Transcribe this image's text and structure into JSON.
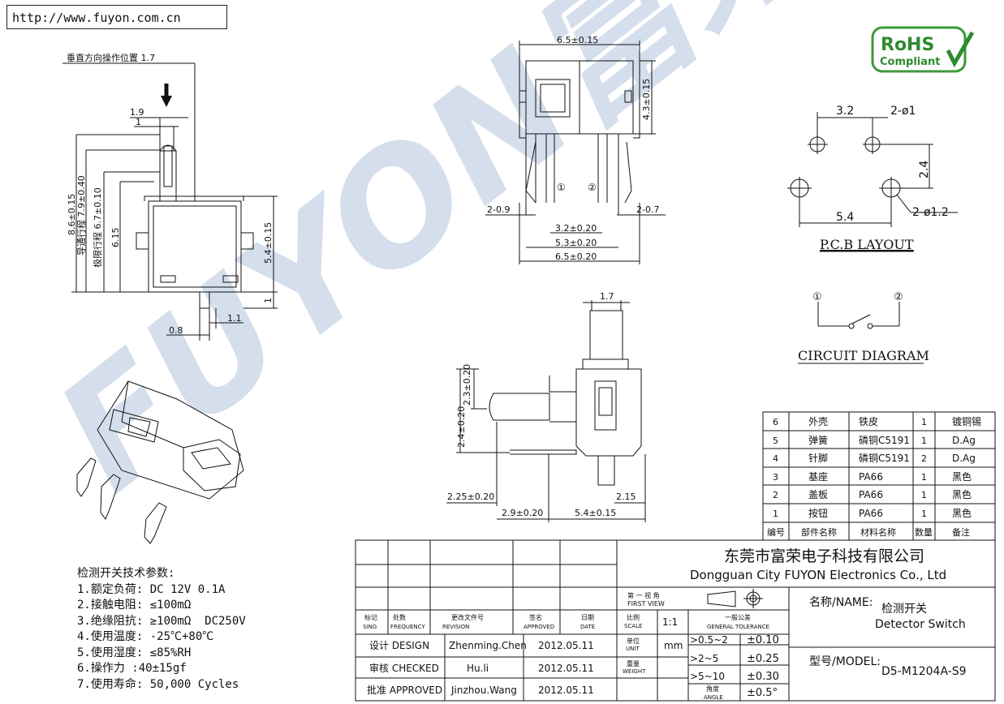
{
  "website": "http://www.fuyon.com.cn",
  "watermark_text": "FUYON富荣",
  "rohs": {
    "line1": "RoHS",
    "line2": "Compliant"
  },
  "left_view": {
    "vertical_position_label": "垂直方向操作位置 1.7",
    "dim_19": "1.9",
    "dim_1": "1",
    "dim_86": "8.6±0.15",
    "dim_79": "导通行程 7.9±0.40",
    "dim_67": "极限行程 6.7±0.10",
    "dim_615": "6.15",
    "dim_54": "5.4±0.15",
    "dim_1b": "1",
    "dim_08": "0.8",
    "dim_11": "1.1"
  },
  "top_view": {
    "dim_65_top": "6.5±0.15",
    "dim_43": "4.3±0.15",
    "pin1": "①",
    "pin2": "②",
    "dim_09": "2-0.9",
    "dim_07": "2-0.7",
    "dim_32": "3.2±0.20",
    "dim_53": "5.3±0.20",
    "dim_65_bot": "6.5±0.20"
  },
  "side_view": {
    "dim_17": "1.7",
    "dim_23": "2.3±0.20",
    "dim_24": "2.4±0.20",
    "dim_225": "2.25±0.20",
    "dim_215": "2.15",
    "dim_29": "2.9±0.20",
    "dim_54": "5.4±0.15"
  },
  "pcb": {
    "dim_32": "3.2",
    "dim_phi1": "2-ø1",
    "dim_24": "2.4",
    "dim_54": "5.4",
    "dim_phi12": "2-ø1.2",
    "title": "P.C.B LAYOUT"
  },
  "circuit": {
    "pin1": "①",
    "pin2": "②",
    "title": "CIRCUIT DIAGRAM"
  },
  "bom": {
    "rows": [
      {
        "no": "6",
        "part": "外壳",
        "material": "铁皮",
        "qty": "1",
        "remark": "镀铜锡"
      },
      {
        "no": "5",
        "part": "弹簧",
        "material": "磷铜C5191",
        "qty": "1",
        "remark": "D.Ag"
      },
      {
        "no": "4",
        "part": "针脚",
        "material": "磷铜C5191",
        "qty": "2",
        "remark": "D.Ag"
      },
      {
        "no": "3",
        "part": "基座",
        "material": "PA66",
        "qty": "1",
        "remark": "黑色"
      },
      {
        "no": "2",
        "part": "盖板",
        "material": "PA66",
        "qty": "1",
        "remark": "黑色"
      },
      {
        "no": "1",
        "part": "按钮",
        "material": "PA66",
        "qty": "1",
        "remark": "黑色"
      }
    ],
    "header": {
      "no": "编号",
      "part": "部件名称",
      "material": "材料名称",
      "qty": "数量",
      "remark": "备注"
    }
  },
  "title_block": {
    "company_cn": "东莞市富荣电子科技有限公司",
    "company_en": "Dongguan City FUYON Electronics Co., Ltd",
    "first_view_cn": "第 一 视 角",
    "first_view_en": "FIRST VIEW",
    "rev_headers": [
      {
        "cn": "标记",
        "en": "SING"
      },
      {
        "cn": "处数",
        "en": "FREQUENCY"
      },
      {
        "cn": "更改文件号",
        "en": "REVISION"
      },
      {
        "cn": "签名",
        "en": "APPROVED"
      },
      {
        "cn": "日期",
        "en": "DATE"
      }
    ],
    "scale_cn": "比例",
    "scale_en": "SCALE",
    "scale_val": "1:1",
    "tol_cn": "一般公差",
    "tol_en": "GENERAL TOLERANCE",
    "unit_cn": "单位",
    "unit_en": "UNIT",
    "unit_val": "mm",
    "weight_cn": "重量",
    "weight_en": "WEIGHT",
    "design_label": "设计 DESIGN",
    "design_name": "Zhenming.Chen",
    "design_date": "2012.05.11",
    "checked_label": "审核 CHECKED",
    "checked_name": "Hu.li",
    "checked_date": "2012.05.11",
    "approved_label": "批准 APPROVED",
    "approved_name": "Jinzhou.Wang",
    "approved_date": "2012.05.11",
    "tolerances": [
      {
        "range": ">0.5~2",
        "tol": "±0.10"
      },
      {
        "range": ">2~5",
        "tol": "±0.25"
      },
      {
        "range": ">5~10",
        "tol": "±0.30"
      },
      {
        "range": "角度",
        "range_en": "ANGLE",
        "tol": "±0.5°"
      }
    ],
    "name_label": "名称/NAME:",
    "name_cn": "检测开关",
    "name_en": "Detector Switch",
    "model_label": "型号/MODEL:",
    "model_val": "D5-M1204A-S9"
  },
  "params": {
    "title": "检测开关技术参数:",
    "items": [
      "1.额定负荷: DC 12V 0.1A",
      "2.接触电阻: ≤100mΩ",
      "3.绝缘阻抗: ≥100mΩ  DC250V",
      "4.使用温度: -25℃+80℃",
      "5.使用湿度: ≤85%RH",
      "6.操作力 :40±15gf",
      "7.使用寿命: 50,000 Cycles"
    ]
  }
}
